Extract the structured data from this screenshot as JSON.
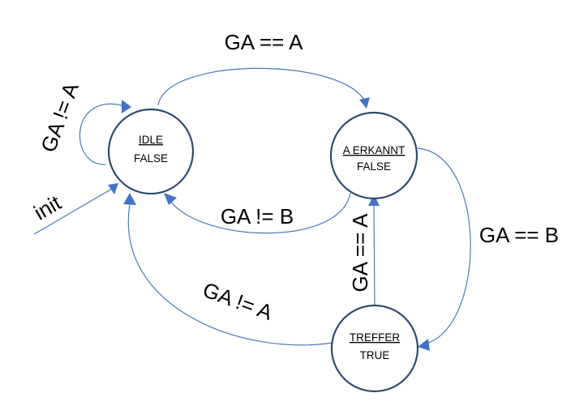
{
  "states": {
    "idle": {
      "name": "IDLE",
      "value": "FALSE"
    },
    "a_erkannt": {
      "name": "A ERKANNT",
      "value": "FALSE"
    },
    "treffer": {
      "name": "TREFFER",
      "value": "TRUE"
    }
  },
  "transitions": {
    "idle_to_a": "GA == A",
    "idle_self": "GA != A",
    "init": "init",
    "a_to_idle": "GA != B",
    "a_to_treffer": "GA == B",
    "treffer_to_a": "GA == A",
    "treffer_to_idle": "GA != A"
  },
  "colors": {
    "edge": "#4a7ab8",
    "arrowhead": "#4472c4",
    "state_border": "#2f4a6e"
  }
}
